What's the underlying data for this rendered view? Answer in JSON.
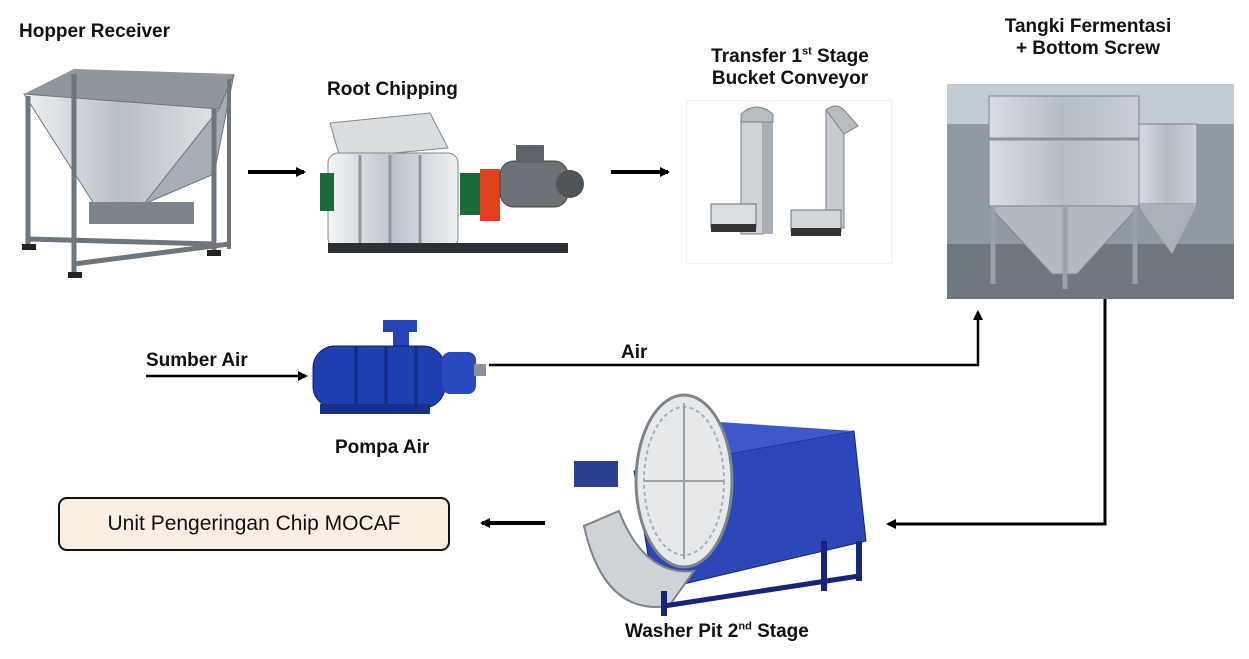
{
  "nodes": {
    "hopper": {
      "label": "Hopper Receiver"
    },
    "chipping": {
      "label": "Root Chipping"
    },
    "conveyor": {
      "line1_pre": "Transfer 1",
      "line1_sup": "st",
      "line1_post": " Stage",
      "line2": "Bucket Conveyor"
    },
    "tank": {
      "line1": "Tangki Fermentasi",
      "line2": "+ Bottom Screw"
    },
    "pump": {
      "label": "Pompa Air"
    },
    "washer": {
      "pre": "Washer Pit 2",
      "sup": "nd",
      "post": " Stage"
    },
    "output": {
      "label": "Unit Pengeringan Chip MOCAF"
    }
  },
  "flows": {
    "water_source": "Sumber Air",
    "water": "Air"
  },
  "colors": {
    "arrow": "#000000",
    "output_fill": "#fbeee2",
    "steel": "#c9ced3",
    "pump_blue": "#1f3fb0",
    "washer_blue": "#2b47b8"
  }
}
